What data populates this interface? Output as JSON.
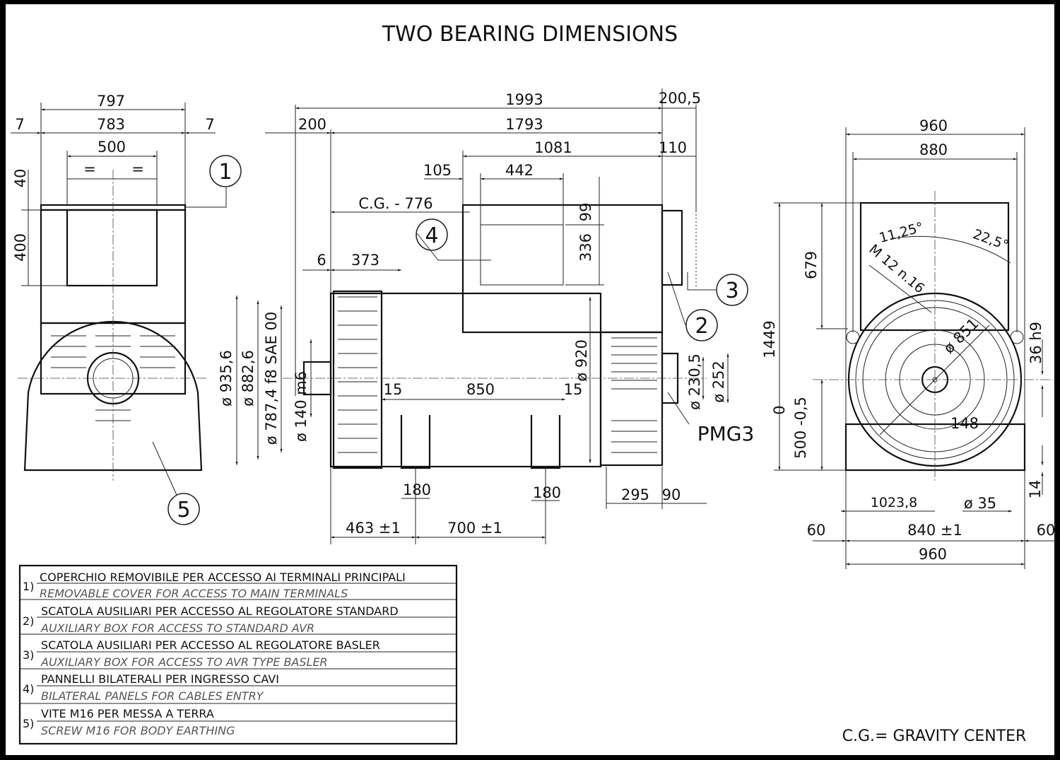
{
  "title": "TWO BEARING DIMENSIONS",
  "left_view": {
    "w797": "797",
    "w783": "783",
    "w500": "500",
    "eq1": "=",
    "eq2": "=",
    "m7a": "7",
    "m7b": "7",
    "h40": "40",
    "h400": "400"
  },
  "side_view": {
    "l1993": "1993",
    "l200_5": "200,5",
    "l200": "200",
    "l1793": "1793",
    "l1081": "1081",
    "l110": "110",
    "l105": "105",
    "l442": "442",
    "cg": "C.G.  -  776",
    "h99": "99",
    "h336": "336",
    "l6": "6",
    "l373": "373",
    "d935": "ø 935,6",
    "d882": "ø 882,6",
    "d787": "ø 787,4  f8  SAE  00",
    "d140": "ø 140  m6",
    "l15a": "15",
    "l850": "850",
    "l15b": "15",
    "d920": "ø 920",
    "d230": "ø 230,5",
    "d252": "ø 252",
    "pmg": "PMG3",
    "f180a": "180",
    "f180b": "180",
    "l295": "295",
    "l90": "90",
    "l463": "463 ±1",
    "l700": "700 ±1"
  },
  "front_view": {
    "w960": "960",
    "w880": "880",
    "h679": "679",
    "h1449": "1449",
    "a11": "11,25°",
    "a22": "22,5°",
    "m12": "M 12  n.16",
    "d851": "ø 851",
    "k36": "36  h9",
    "tol0": "0",
    "h500": "500 -0,5",
    "k148": "148",
    "b1023": "1023,8",
    "d35": "ø 35",
    "h14": "14",
    "m60a": "60",
    "w840": "840 ±1",
    "m60b": "60",
    "w960b": "960"
  },
  "callouts": [
    "1",
    "2",
    "3",
    "4",
    "5"
  ],
  "legend": [
    {
      "num": "1)",
      "it": "COPERCHIO REMOVIBILE PER ACCESSO AI TERMINALI PRINCIPALI",
      "en": "REMOVABLE COVER  FOR ACCESS TO MAIN TERMINALS"
    },
    {
      "num": "2)",
      "it": "SCATOLA AUSILIARI PER ACCESSO AL REGOLATORE STANDARD",
      "en": "AUXILIARY BOX FOR ACCESS TO STANDARD AVR"
    },
    {
      "num": "3)",
      "it": "SCATOLA AUSILIARI PER ACCESSO AL REGOLATORE BASLER",
      "en": "AUXILIARY BOX FOR ACCESS TO AVR TYPE BASLER"
    },
    {
      "num": "4)",
      "it": "PANNELLI BILATERALI PER INGRESSO CAVI",
      "en": "BILATERAL PANELS FOR CABLES ENTRY"
    },
    {
      "num": "5)",
      "it": "VITE M16 PER MESSA A TERRA",
      "en": "SCREW M16 FOR BODY EARTHING"
    }
  ],
  "note": "C.G.= GRAVITY CENTER"
}
